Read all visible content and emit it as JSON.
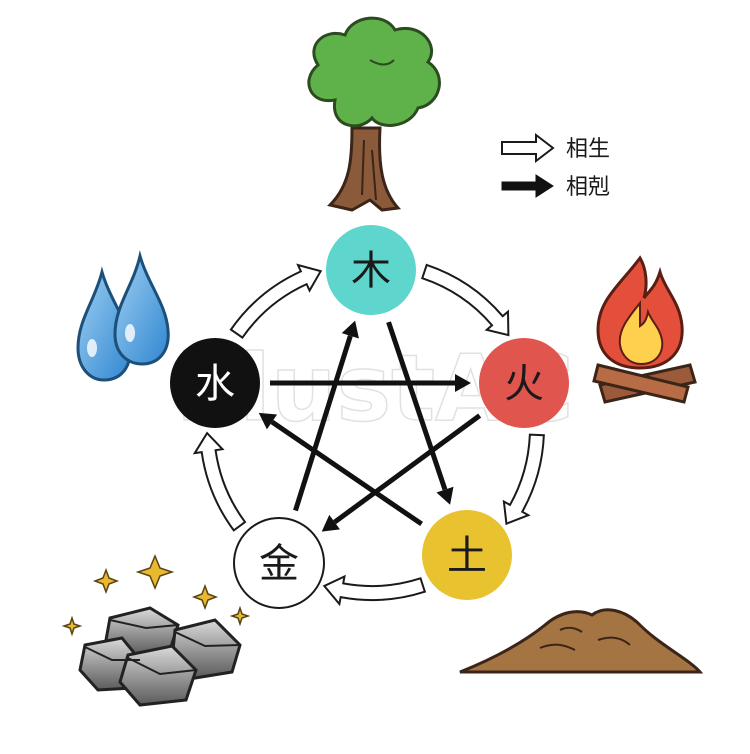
{
  "legend": {
    "generating_label": "相生",
    "overcoming_label": "相剋"
  },
  "elements": {
    "wood": {
      "label": "木",
      "color": "#5ed6cd",
      "text_color": "#1a1a1a"
    },
    "fire": {
      "label": "火",
      "color": "#e0554d",
      "text_color": "#1a1a1a"
    },
    "earth": {
      "label": "土",
      "color": "#e9c22f",
      "text_color": "#1a1a1a"
    },
    "metal": {
      "label": "金",
      "color": "#ffffff",
      "text_color": "#1a1a1a"
    },
    "water": {
      "label": "水",
      "color": "#111111",
      "text_color": "#ffffff"
    }
  },
  "generating_cycle": [
    "wood",
    "fire",
    "earth",
    "metal",
    "water"
  ],
  "overcoming_cycle": [
    "wood",
    "earth",
    "water",
    "fire",
    "metal"
  ],
  "watermark": "illustAC",
  "icons": {
    "wood": "tree-icon",
    "fire": "campfire-icon",
    "earth": "soil-mound-icon",
    "metal": "rocks-icon",
    "water": "water-drops-icon"
  }
}
